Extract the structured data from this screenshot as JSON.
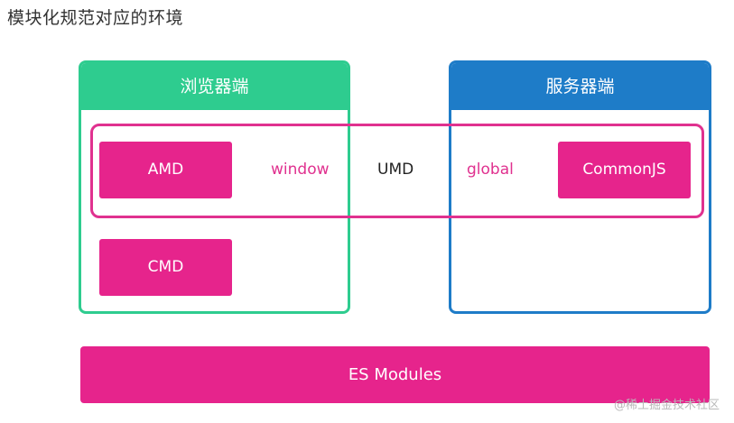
{
  "title": "模块化规范对应的环境",
  "browser": {
    "header": "浏览器端",
    "amd": "AMD",
    "cmd": "CMD"
  },
  "server": {
    "header": "服务器端",
    "commonjs": "CommonJS"
  },
  "umd": {
    "window": "window",
    "label": "UMD",
    "global": "global"
  },
  "es_modules": "ES Modules",
  "watermark": "@稀土掘金技术社区",
  "colors": {
    "browser_accent": "#2ecc8f",
    "server_accent": "#1e7cc8",
    "module_fill": "#e6248c",
    "umd_frame": "#e0318f"
  }
}
